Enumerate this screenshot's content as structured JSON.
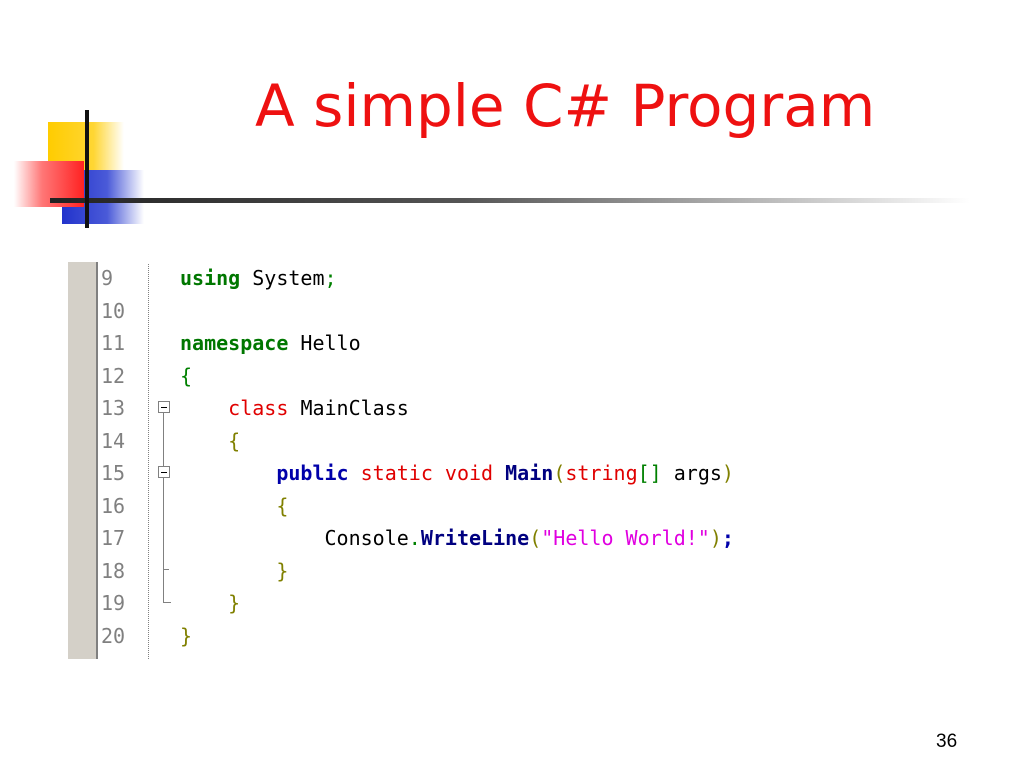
{
  "slide": {
    "title": "A simple C# Program",
    "page_number": "36"
  },
  "editor": {
    "line_numbers": [
      "9",
      "10",
      "11",
      "12",
      "13",
      "14",
      "15",
      "16",
      "17",
      "18",
      "19",
      "20"
    ],
    "code": {
      "l9_using": "using",
      "l9_system": "System",
      "l9_semi": ";",
      "l11_namespace": "namespace",
      "l11_hello": "Hello",
      "l12_brace": "{",
      "l13_class": "class",
      "l13_mainclass": "MainClass",
      "l14_brace": "{",
      "l15_public": "public",
      "l15_static": "static",
      "l15_void": "void",
      "l15_main": "Main",
      "l15_paren_open": "(",
      "l15_string": "string",
      "l15_brackets": "[]",
      "l15_args": "args",
      "l15_paren_close": ")",
      "l16_brace": "{",
      "l17_console": "Console",
      "l17_dot": ".",
      "l17_writeline": "WriteLine",
      "l17_paren_open": "(",
      "l17_literal": "\"Hello World!\"",
      "l17_paren_close": ")",
      "l17_semi": ";",
      "l18_brace": "}",
      "l19_brace": "}",
      "l20_brace": "}"
    }
  },
  "colors": {
    "title": "#ee1111",
    "keyword_green": "#007700",
    "keyword_red": "#e00000",
    "keyword_blue": "#0000aa",
    "method_navy": "#000080",
    "string_magenta": "#e000e0",
    "gutter_gray": "#d4d0c8"
  },
  "icons": {
    "fold_markers": "collapse-minus-icon",
    "corner_decoration": "colored-squares-crosshair"
  }
}
